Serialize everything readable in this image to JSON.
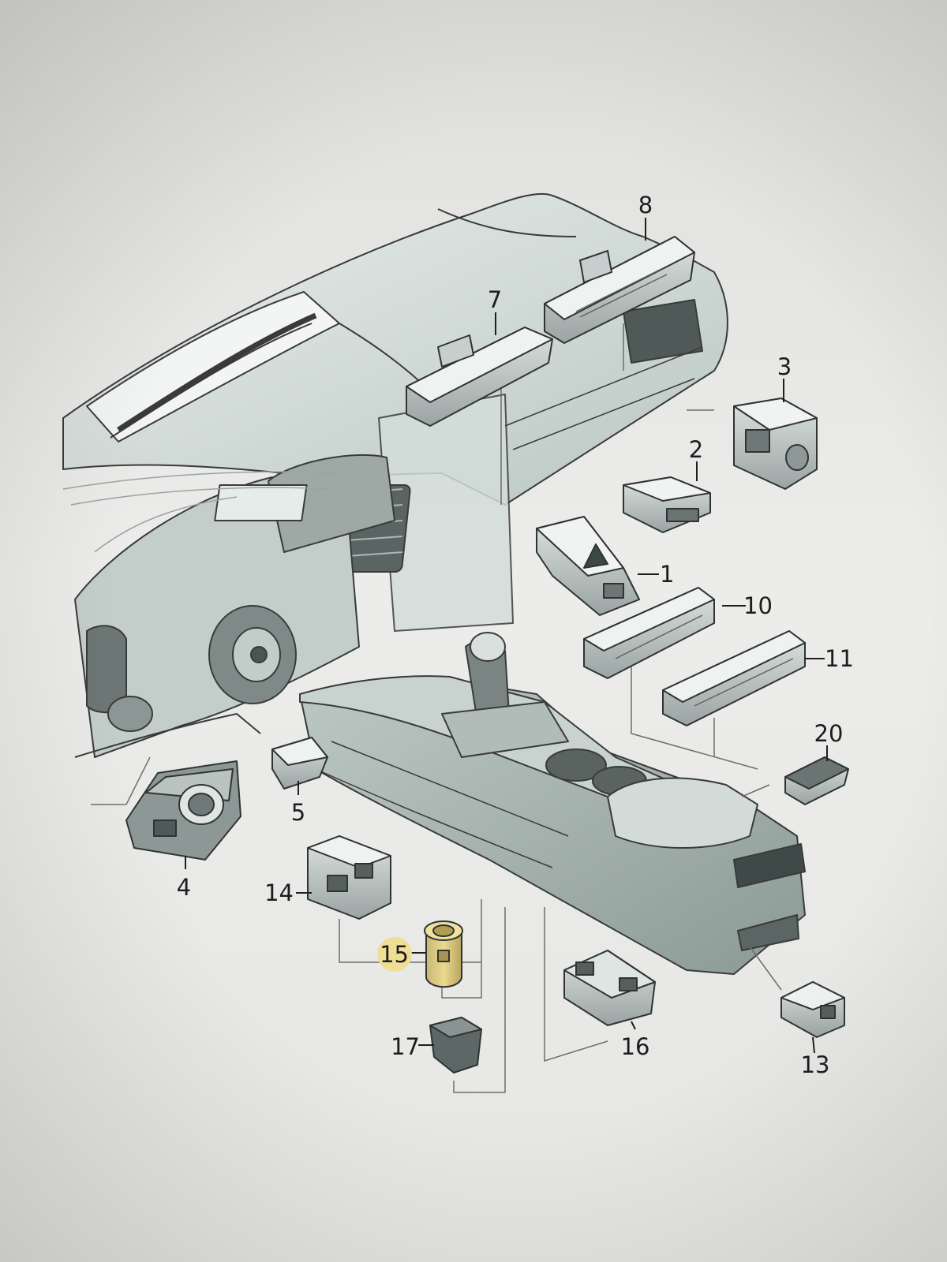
{
  "diagram": {
    "callouts": [
      {
        "id": "c1",
        "label": "1"
      },
      {
        "id": "c2",
        "label": "2"
      },
      {
        "id": "c3",
        "label": "3"
      },
      {
        "id": "c4",
        "label": "4"
      },
      {
        "id": "c5",
        "label": "5"
      },
      {
        "id": "c7",
        "label": "7"
      },
      {
        "id": "c8",
        "label": "8"
      },
      {
        "id": "c10",
        "label": "10"
      },
      {
        "id": "c11",
        "label": "11"
      },
      {
        "id": "c13",
        "label": "13"
      },
      {
        "id": "c14",
        "label": "14"
      },
      {
        "id": "c15",
        "label": "15"
      },
      {
        "id": "c16",
        "label": "16"
      },
      {
        "id": "c17",
        "label": "17"
      },
      {
        "id": "c20",
        "label": "20"
      }
    ]
  },
  "colors": {
    "line": "#3a3a3a",
    "part_fill": "#cfd6d4",
    "part_dark": "#8d9694",
    "highlight": "#e0cf86",
    "highlight_label": "#efdf96"
  }
}
